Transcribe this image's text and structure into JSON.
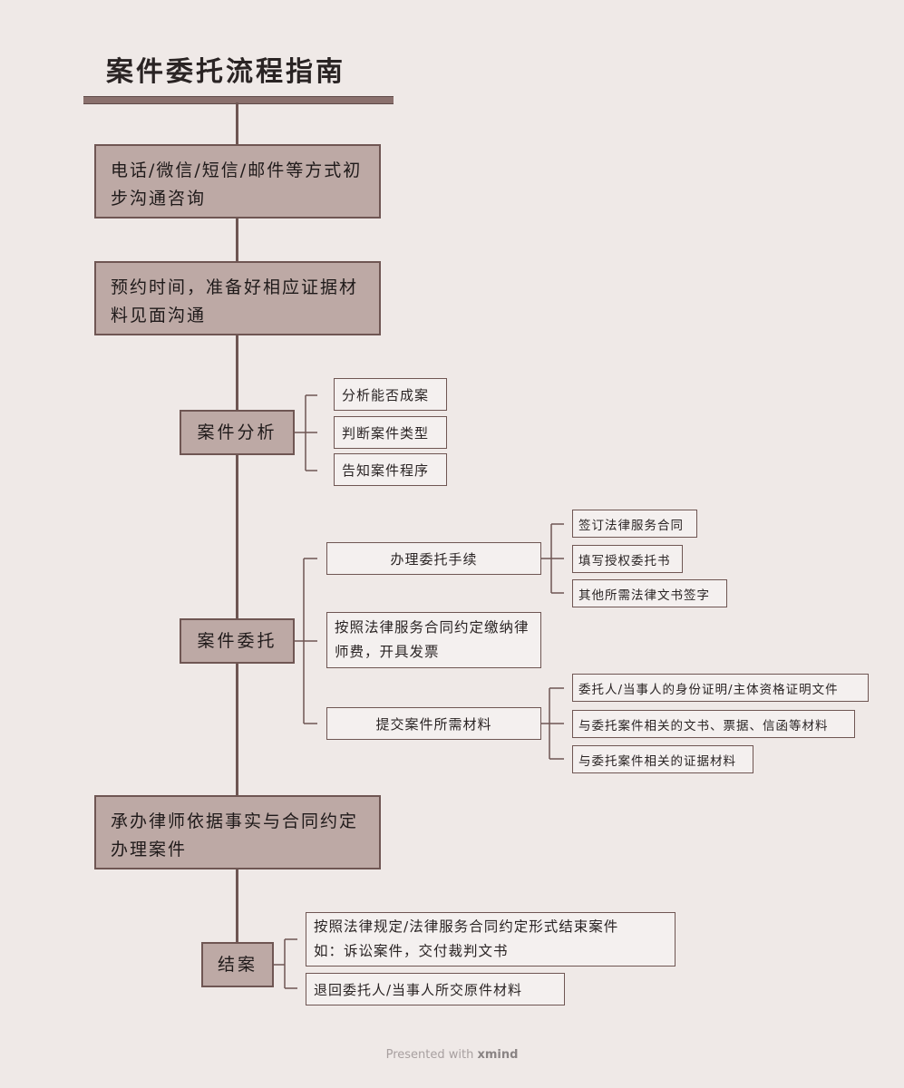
{
  "title": "案件委托流程指南",
  "steps": {
    "s1": "电话/微信/短信/邮件等方式初步沟通咨询",
    "s2": "预约时间，准备好相应证据材料见面沟通",
    "s3": "案件分析",
    "s4": "案件委托",
    "s5": "承办律师依据事实与合同约定办理案件",
    "s6": "结案"
  },
  "analysis": [
    "分析能否成案",
    "判断案件类型",
    "告知案件程序"
  ],
  "entrust": {
    "procedure": "办理委托手续",
    "procedure_items": [
      "签订法律服务合同",
      "填写授权委托书",
      "其他所需法律文书签字"
    ],
    "fee": "按照法律服务合同约定缴纳律师费，开具发票",
    "materials": "提交案件所需材料",
    "materials_items": [
      "委托人/当事人的身份证明/主体资格证明文件",
      "与委托案件相关的文书、票据、信函等材料",
      "与委托案件相关的证据材料"
    ]
  },
  "closing": {
    "end_line1": "按照法律规定/法律服务合同约定形式结束案件",
    "end_line2": "如：诉讼案件，交付裁判文书",
    "return": "退回委托人/当事人所交原件材料"
  },
  "footer": {
    "prefix": "Presented with",
    "brand": "xmind"
  }
}
